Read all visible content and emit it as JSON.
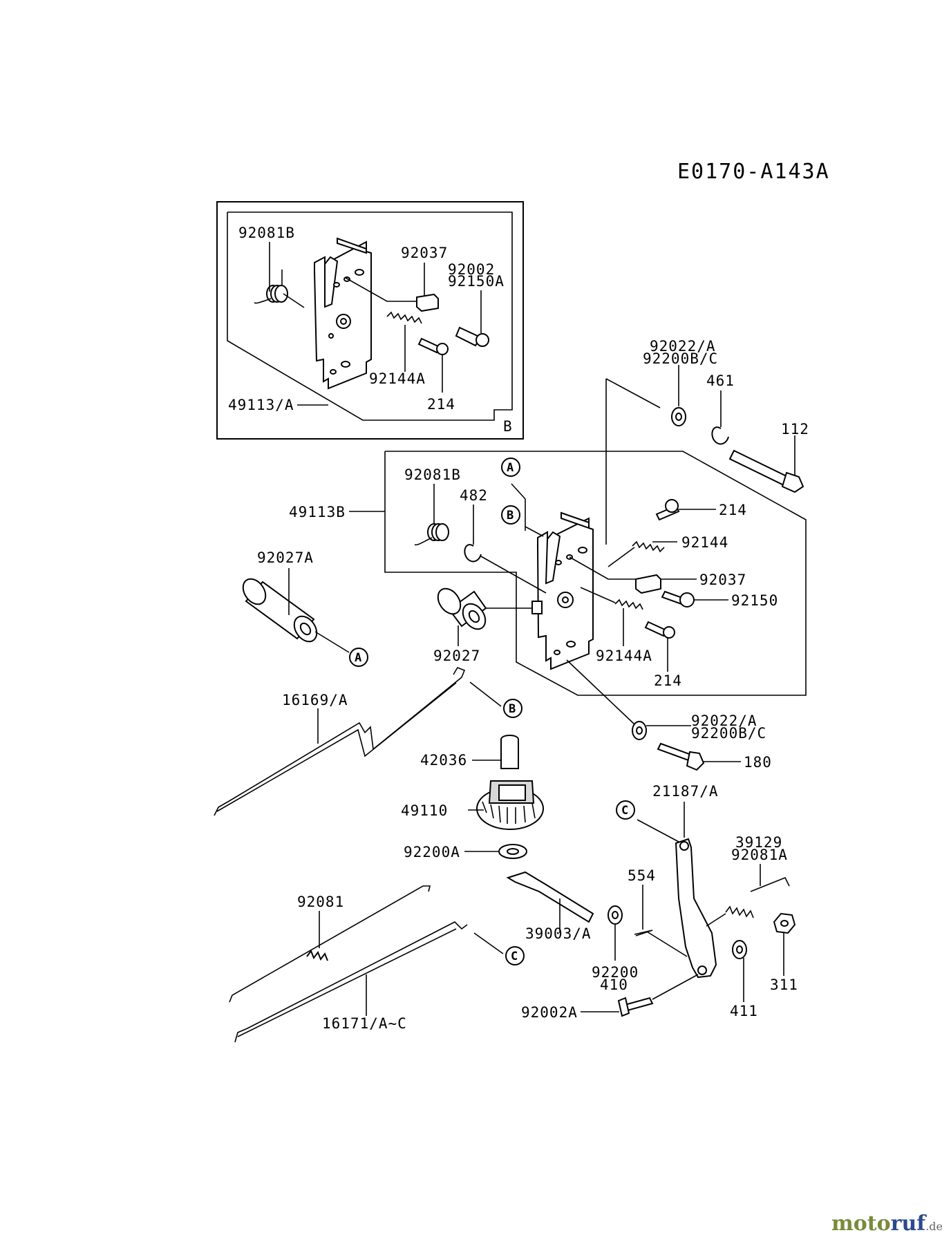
{
  "diagram_code": "E0170-A143A",
  "box_b_tag": "B",
  "callouts": {
    "a": "A",
    "b": "B",
    "c": "C"
  },
  "labels": {
    "l92081B_top": "92081B",
    "l92037_top": "92037",
    "l92002_top": "92002",
    "l92150A": "92150A",
    "l92144A_top": "92144A",
    "l214_top": "214",
    "l49113A": "49113/A",
    "l92022A_top": "92022/A",
    "l92200BC_top": "92200B/C",
    "l461": "461",
    "l112": "112",
    "l92081B_mid": "92081B",
    "l482": "482",
    "l49113B": "49113B",
    "l214_mid": "214",
    "l92144": "92144",
    "l92037_mid": "92037",
    "l92150": "92150",
    "l92027A": "92027A",
    "l92027": "92027",
    "l92144A_mid": "92144A",
    "l214_low": "214",
    "l16169A": "16169/A",
    "l92022A_low": "92022/A",
    "l92200BC_low": "92200B/C",
    "l180": "180",
    "l42036": "42036",
    "l49110": "49110",
    "l21187A": "21187/A",
    "l39129": "39129",
    "l92081A": "92081A",
    "l92200A": "92200A",
    "l554": "554",
    "l39003A": "39003/A",
    "l92081": "92081",
    "l92200": "92200",
    "l410": "410",
    "l311": "311",
    "l411": "411",
    "l92002A": "92002A",
    "l16171": "16171/A~C"
  },
  "watermark": {
    "part1": "moto",
    "part2": "ruf",
    "suffix": ".de"
  }
}
